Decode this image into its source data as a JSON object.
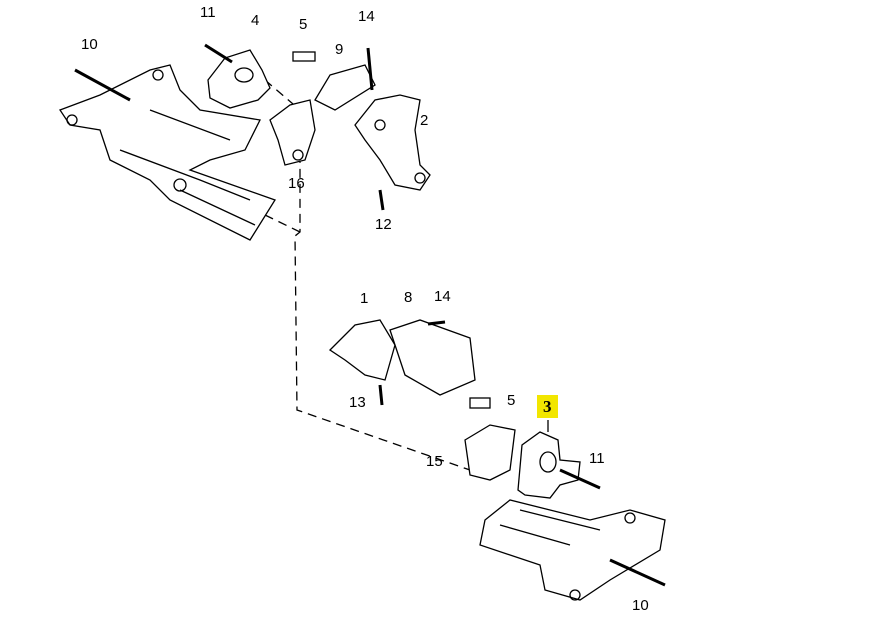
{
  "diagram": {
    "highlight_color": "#f2e600",
    "callouts": [
      {
        "id": "c11a",
        "text": "11"
      },
      {
        "id": "c4",
        "text": "4"
      },
      {
        "id": "c5a",
        "text": "5"
      },
      {
        "id": "c14a",
        "text": "14"
      },
      {
        "id": "c10a",
        "text": "10"
      },
      {
        "id": "c9",
        "text": "9"
      },
      {
        "id": "c2",
        "text": "2"
      },
      {
        "id": "c16",
        "text": "16"
      },
      {
        "id": "c12",
        "text": "12"
      },
      {
        "id": "c1",
        "text": "1"
      },
      {
        "id": "c8",
        "text": "8"
      },
      {
        "id": "c14b",
        "text": "14"
      },
      {
        "id": "c13",
        "text": "13"
      },
      {
        "id": "c5b",
        "text": "5"
      },
      {
        "id": "c3",
        "text": "3",
        "highlighted": true
      },
      {
        "id": "c15",
        "text": "15"
      },
      {
        "id": "c11b",
        "text": "11"
      },
      {
        "id": "c10b",
        "text": "10"
      }
    ]
  }
}
